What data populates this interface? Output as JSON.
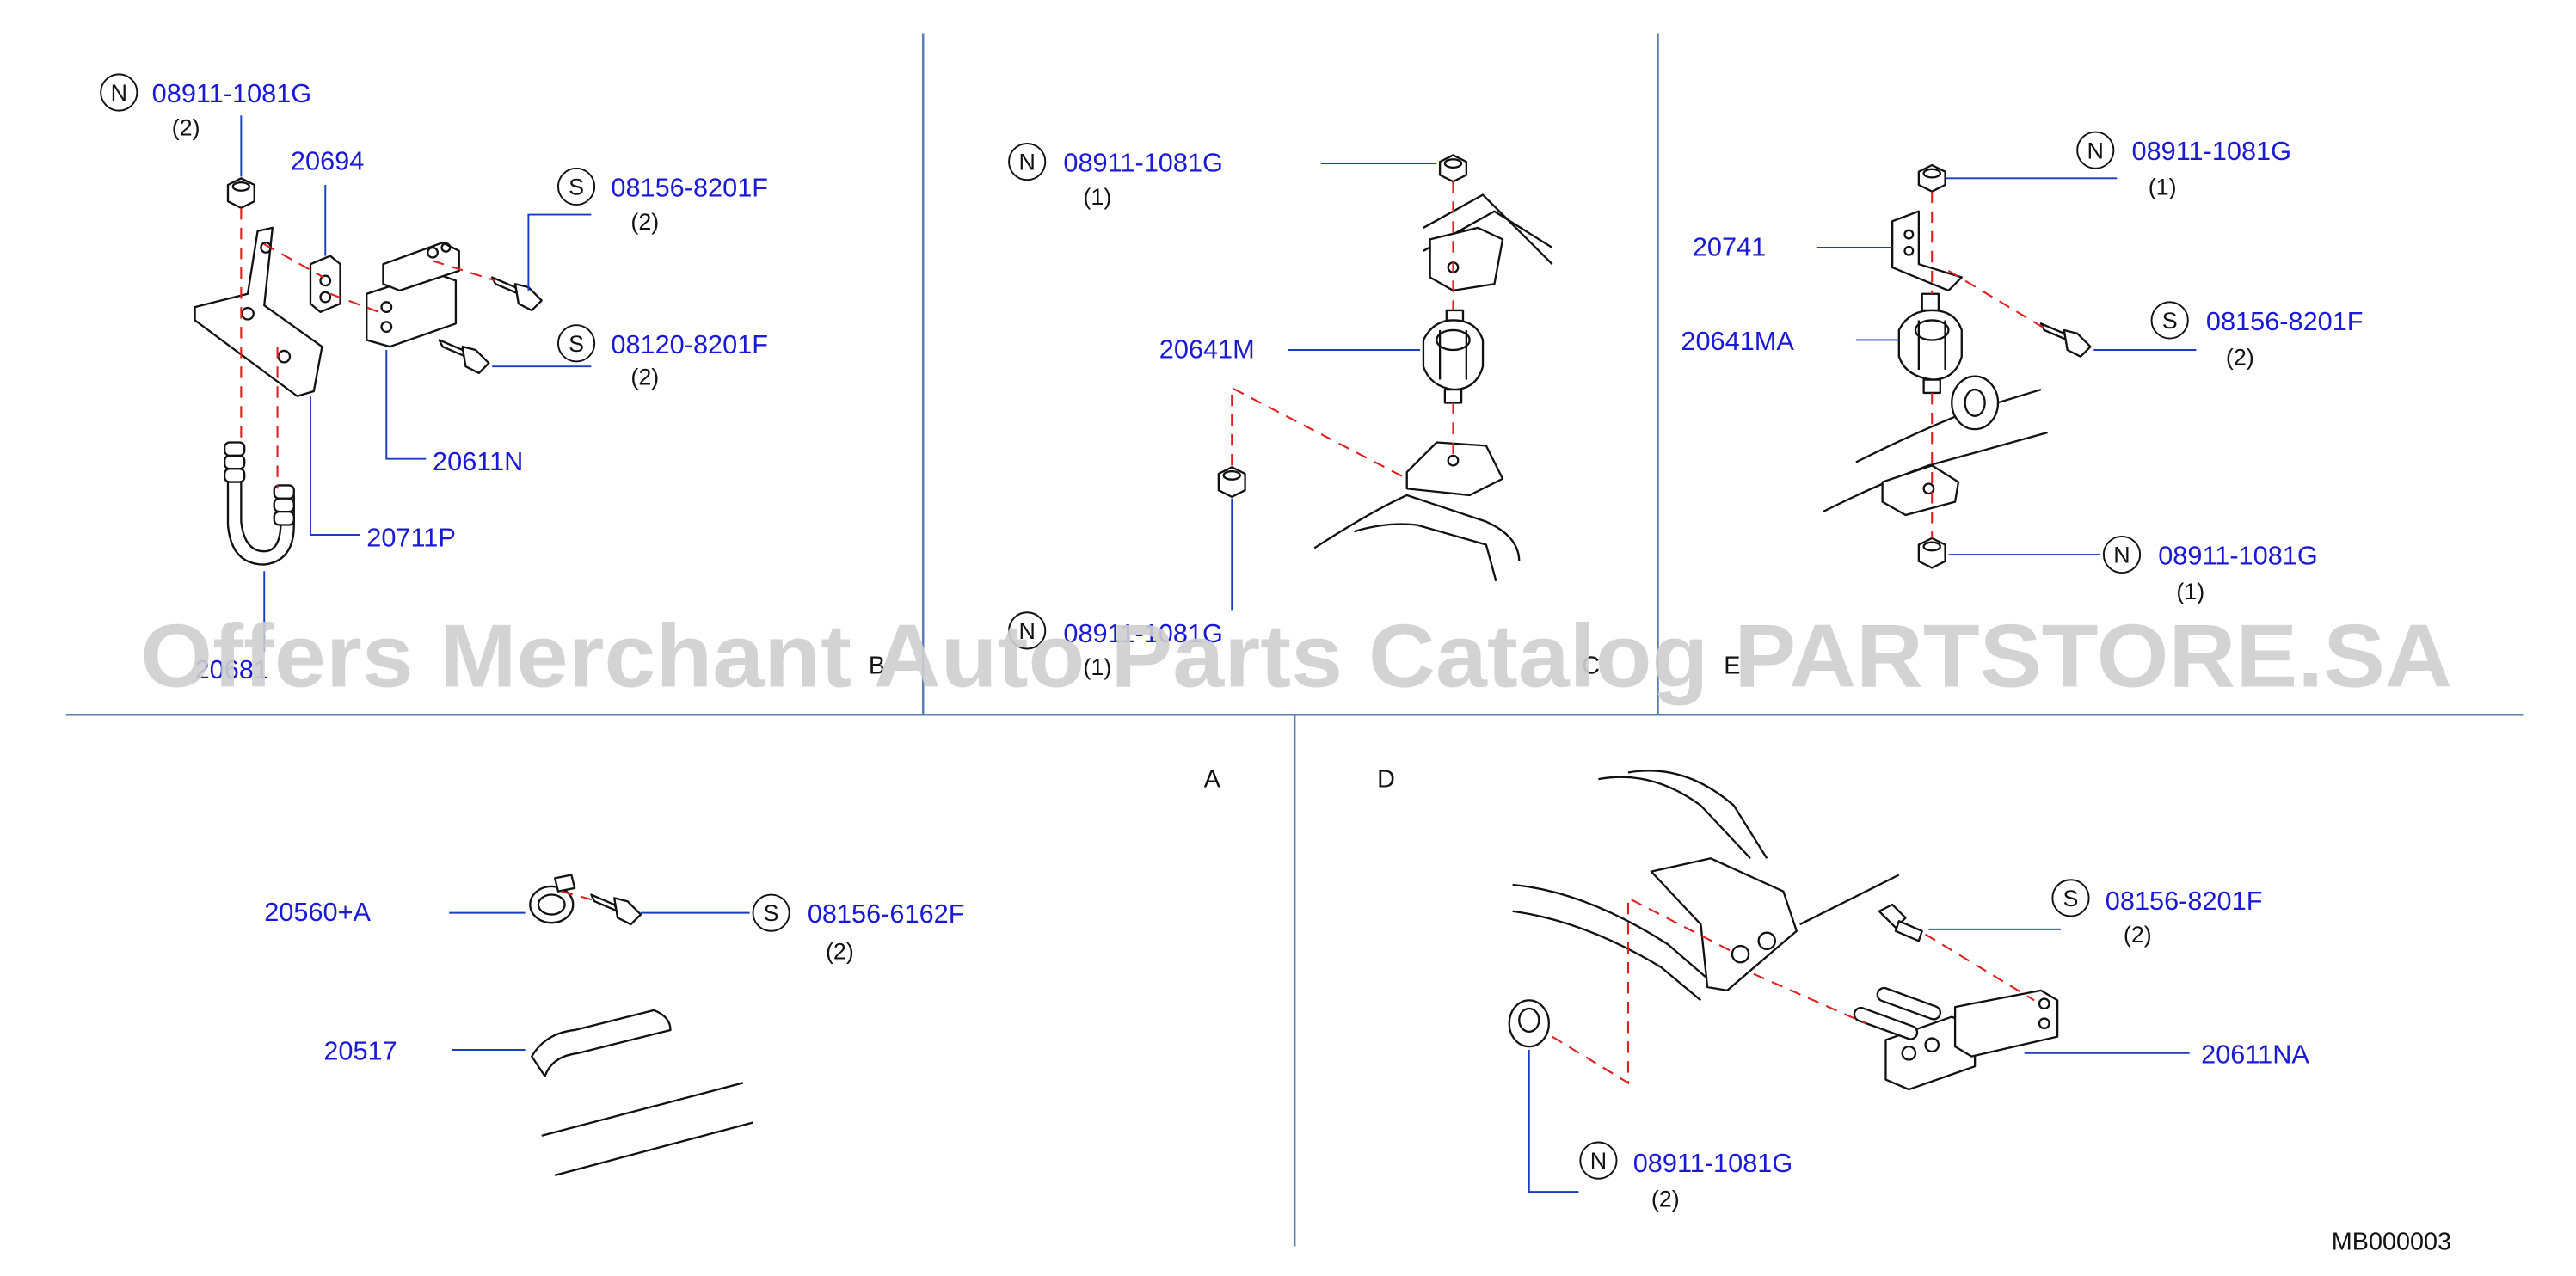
{
  "diagram_id": "MB000003",
  "watermark": "Offers Merchant Auto Parts Catalog PARTSTORE.SA",
  "sections": {
    "A": "A",
    "B": "B",
    "C": "C",
    "D": "D",
    "E": "E"
  },
  "parts": {
    "nut_08911_1081G": "08911-1081G",
    "bolt_08156_8201F": "08156-8201F",
    "bolt_08120_8201F": "08120-8201F",
    "bolt_08156_6162F": "08156-6162F",
    "p20694": "20694",
    "p20611N": "20611N",
    "p20711P": "20711P",
    "p20681": "20681",
    "p20641M": "20641M",
    "p20741": "20741",
    "p20641MA": "20641MA",
    "p20560A": "20560+A",
    "p20517": "20517",
    "p20611NA": "20611NA"
  },
  "symbols": {
    "nut": "N",
    "screw": "S"
  },
  "quantities": {
    "one": "(1)",
    "two": "(2)"
  }
}
